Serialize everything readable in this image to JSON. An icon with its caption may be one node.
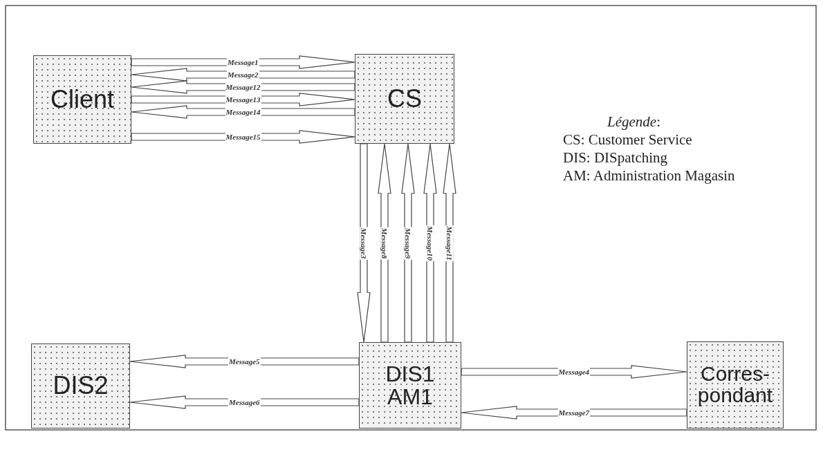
{
  "diagram": {
    "nodes": [
      {
        "text": [
          "Client"
        ]
      },
      {
        "text": [
          "CS"
        ]
      },
      {
        "text": [
          "DIS2"
        ]
      },
      {
        "text": [
          "DIS1 AM1"
        ]
      },
      {
        "text": [
          "Corres- pondant"
        ]
      }
    ],
    "edges": [
      {
        "from": 0,
        "to": 1,
        "arrow": "to",
        "label": "Message1"
      },
      {
        "from": 1,
        "to": 0,
        "arrow": "to",
        "label": "Message2"
      },
      {
        "from": 1,
        "to": 0,
        "arrow": "to",
        "label": "Message12"
      },
      {
        "from": 0,
        "to": 1,
        "arrow": "to",
        "label": "Message13"
      },
      {
        "from": 1,
        "to": 0,
        "arrow": "to",
        "label": "Message14"
      },
      {
        "from": 0,
        "to": 1,
        "arrow": "to",
        "label": "Message15"
      },
      {
        "from": 1,
        "to": 3,
        "arrow": "to",
        "label": "Message3"
      },
      {
        "from": 3,
        "to": 1,
        "arrow": "to",
        "label": "Message8"
      },
      {
        "from": 3,
        "to": 1,
        "arrow": "to",
        "label": "Message9"
      },
      {
        "from": 3,
        "to": 1,
        "arrow": "to",
        "label": "Message10"
      },
      {
        "from": 3,
        "to": 1,
        "arrow": "to",
        "label": "Message11"
      },
      {
        "from": 3,
        "to": 2,
        "arrow": "to",
        "label": "Message5"
      },
      {
        "from": 3,
        "to": 2,
        "arrow": "to",
        "label": "Message6"
      },
      {
        "from": 3,
        "to": 4,
        "arrow": "to",
        "label": "Message4"
      },
      {
        "from": 4,
        "to": 3,
        "arrow": "to",
        "label": "Message7"
      }
    ],
    "labels": [
      "*Légende*:",
      "CS: Customer Service",
      "DIS: DISpatching",
      "AM: Administration Magasin"
    ]
  }
}
